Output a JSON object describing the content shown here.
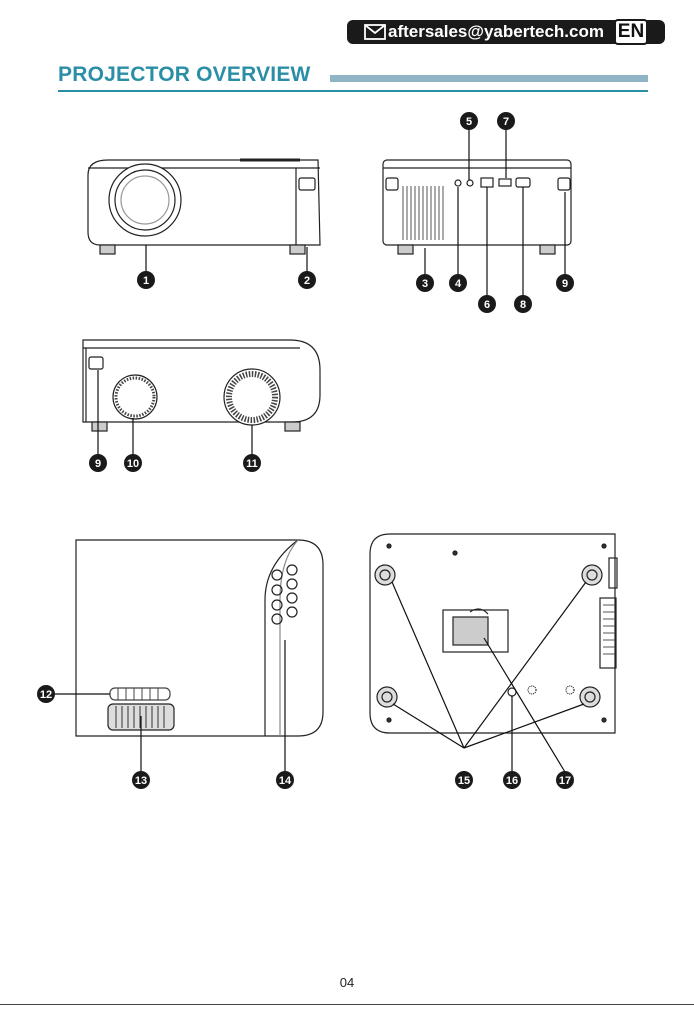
{
  "header": {
    "email": "aftersales@yabertech.com",
    "language": "EN"
  },
  "title": "PROJECTOR OVERVIEW",
  "page_number": "04",
  "callouts": [
    "1",
    "2",
    "3",
    "4",
    "5",
    "6",
    "7",
    "8",
    "9",
    "9",
    "10",
    "11",
    "12",
    "13",
    "14",
    "15",
    "16",
    "17"
  ],
  "colors": {
    "accent": "#2a8fa6",
    "accent_bar": "#8fb4c6",
    "callout": "#1a1a1a"
  },
  "icons": {
    "email": "envelope-icon"
  }
}
